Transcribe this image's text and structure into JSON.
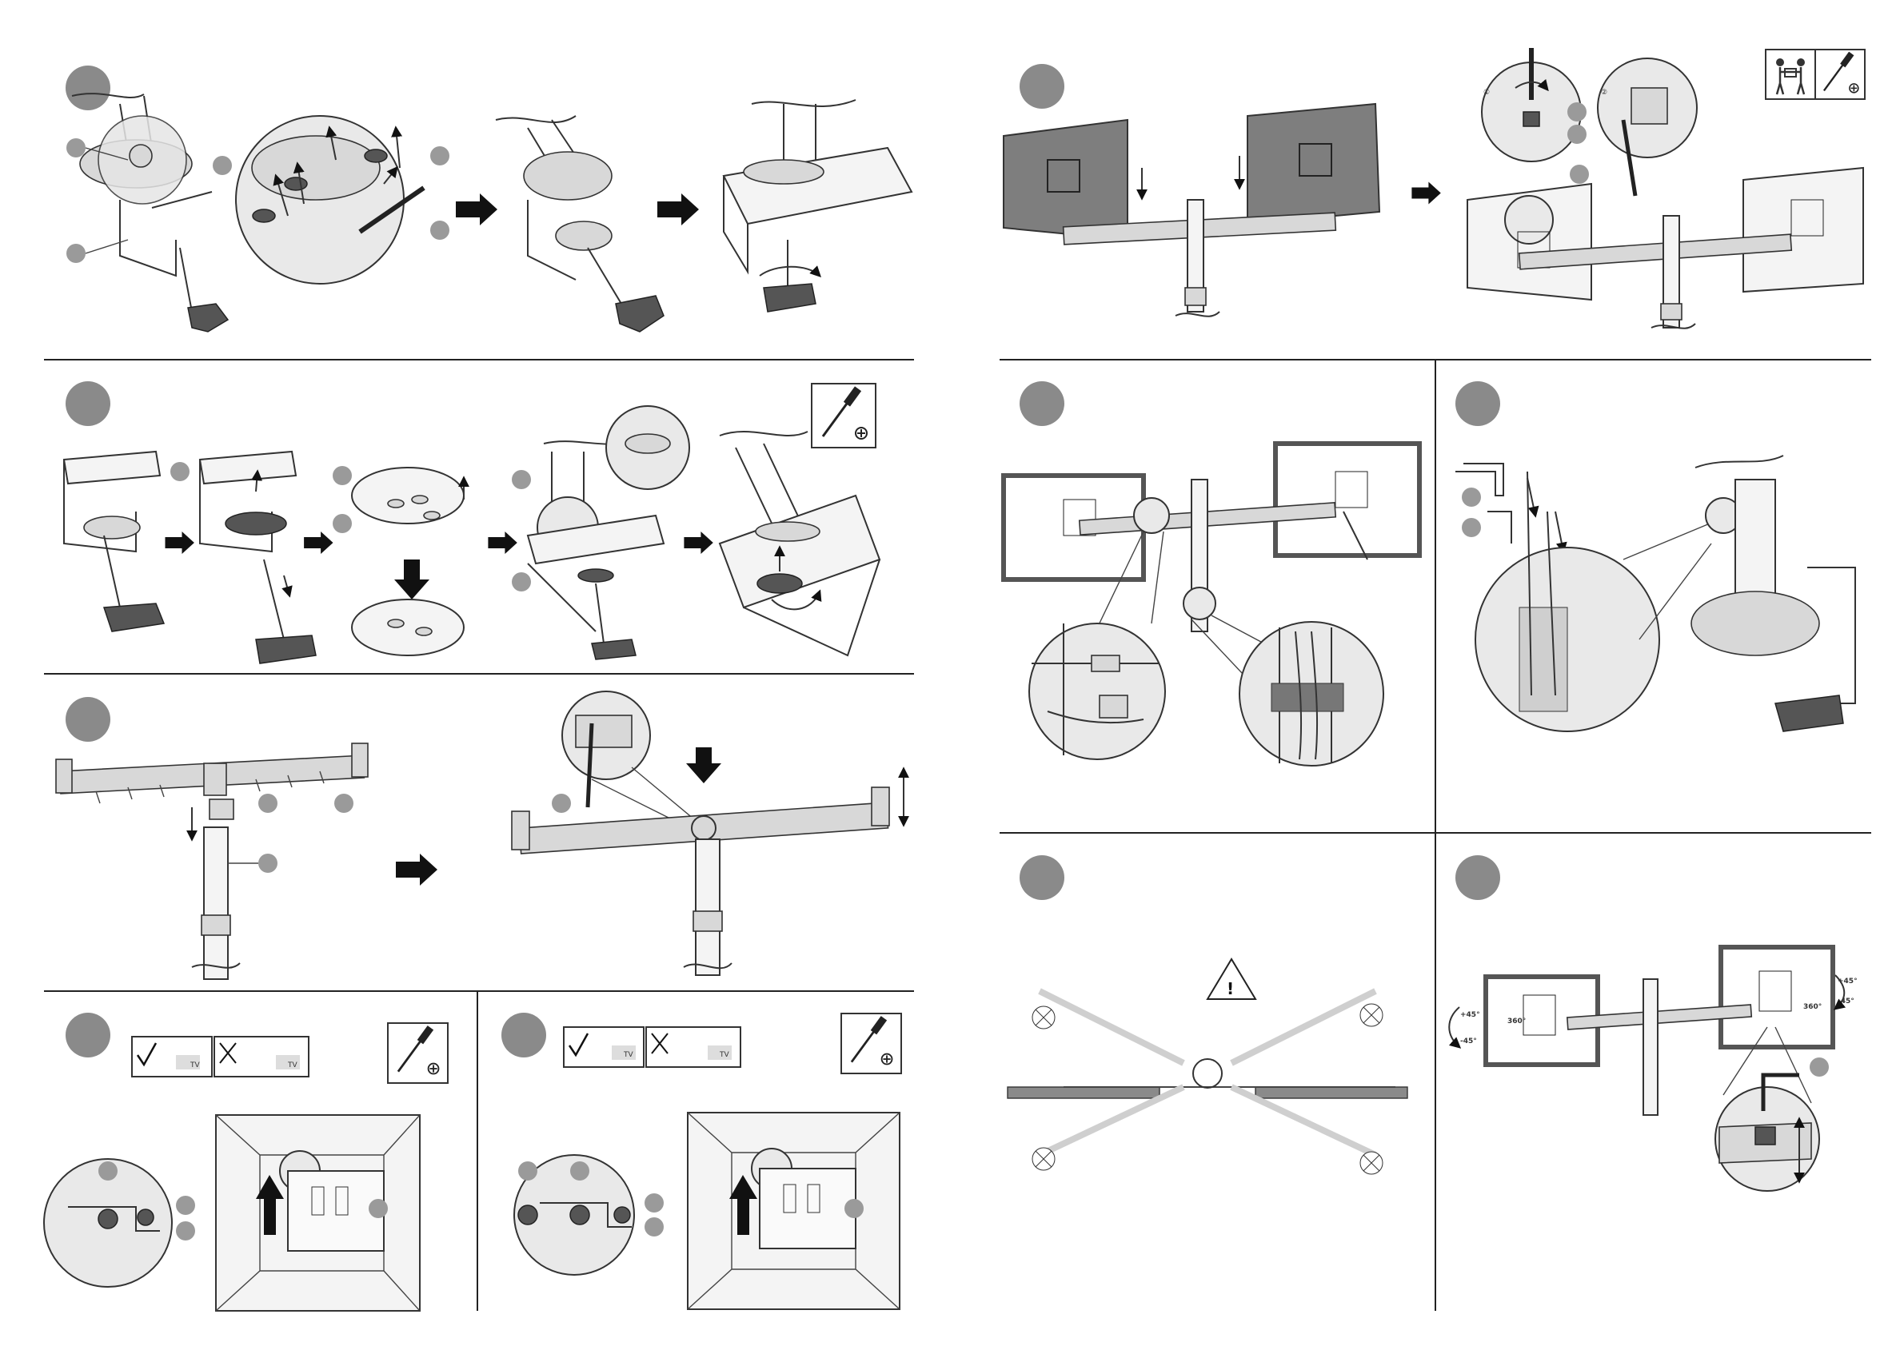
{
  "steps": [
    {
      "id": "step-1"
    },
    {
      "id": "step-2"
    },
    {
      "id": "step-3"
    },
    {
      "id": "step-4"
    },
    {
      "id": "step-5"
    },
    {
      "id": "step-6"
    },
    {
      "id": "step-7"
    },
    {
      "id": "step-8"
    },
    {
      "id": "step-9"
    },
    {
      "id": "step-10"
    }
  ],
  "labels": {
    "tv": "TV",
    "rotate_360": "360°",
    "tilt_plus": "+45°",
    "tilt_minus": "-45°",
    "sub_1": "①",
    "sub_2": "②"
  },
  "icons": [
    "screwdriver-icon",
    "two-person-lift-icon",
    "warning-icon",
    "check-icon",
    "cross-icon"
  ],
  "colors": {
    "badge": "#8a8a8a",
    "screen": "#7e7e7e",
    "line": "#333333"
  }
}
